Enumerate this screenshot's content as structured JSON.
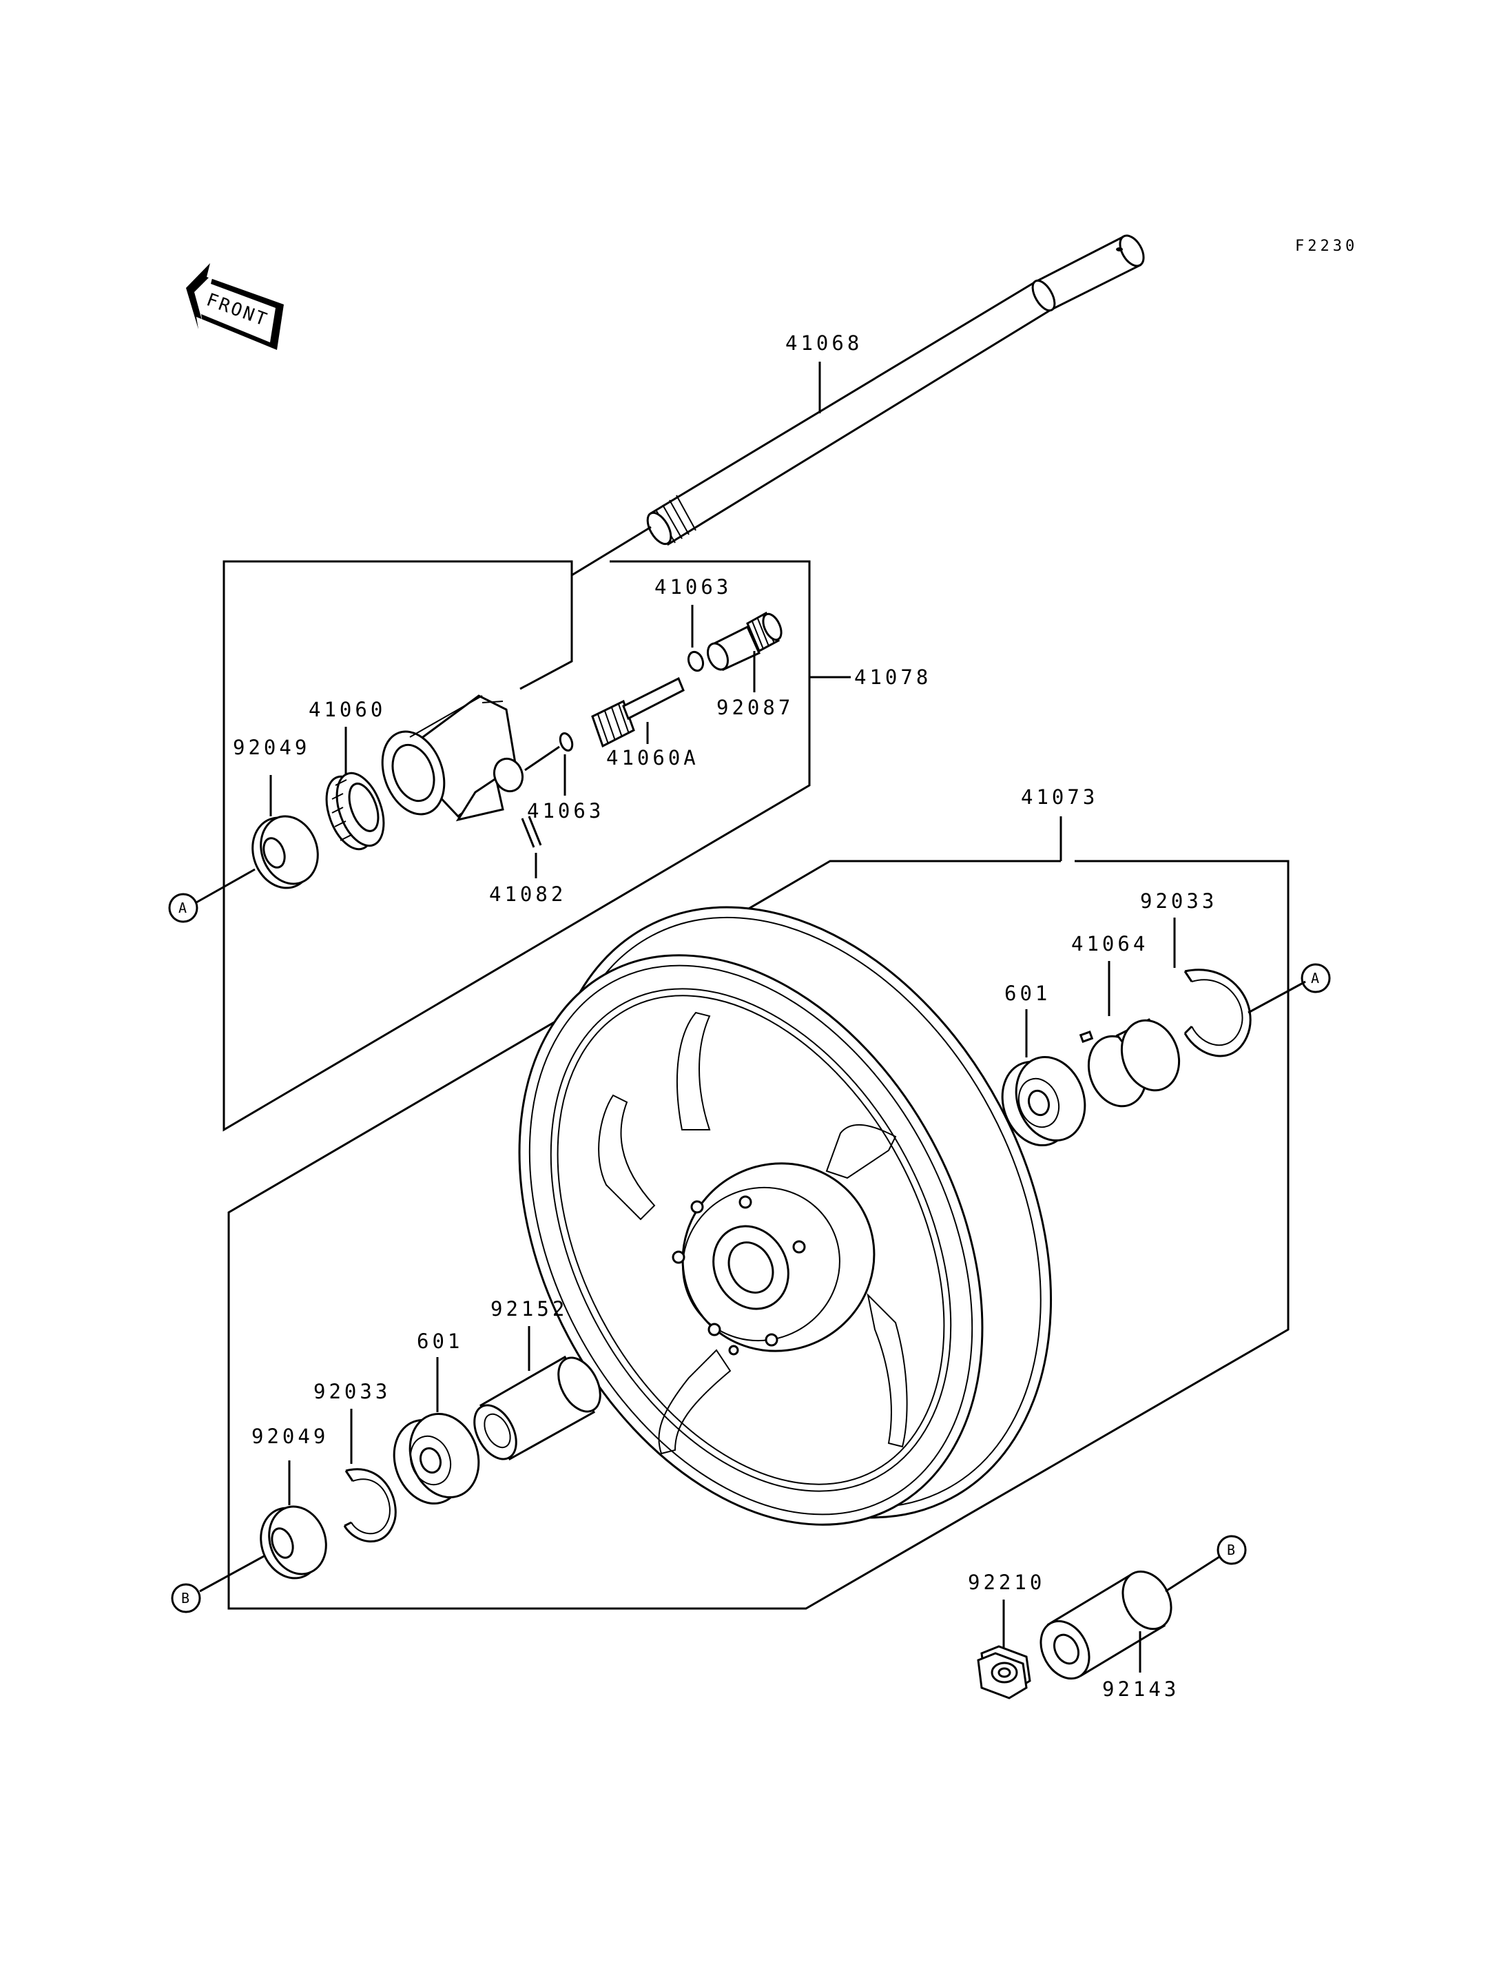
{
  "figure_code": "F2230",
  "front_arrow_label": "FRONT",
  "reference_markers": {
    "a": "A",
    "b": "B"
  },
  "part_labels": {
    "axle": "41068",
    "gear_housing_assy": "41078",
    "housing_shaft_washer": "41063",
    "drive_gear_washer": "41063",
    "speedometer_pinion": "41060A",
    "cable_fitting": "92087",
    "drive_gear": "41060",
    "pin": "41082",
    "oil_seal_left": "92049",
    "wheel_assy": "41073",
    "circlip_right": "92033",
    "gear_drive_plate": "41064",
    "bearing_right": "601",
    "hub_spacer": "92152",
    "bearing_left": "601",
    "circlip_left": "92033",
    "oil_seal_right": "92049",
    "nut": "92210",
    "collar": "92143"
  }
}
